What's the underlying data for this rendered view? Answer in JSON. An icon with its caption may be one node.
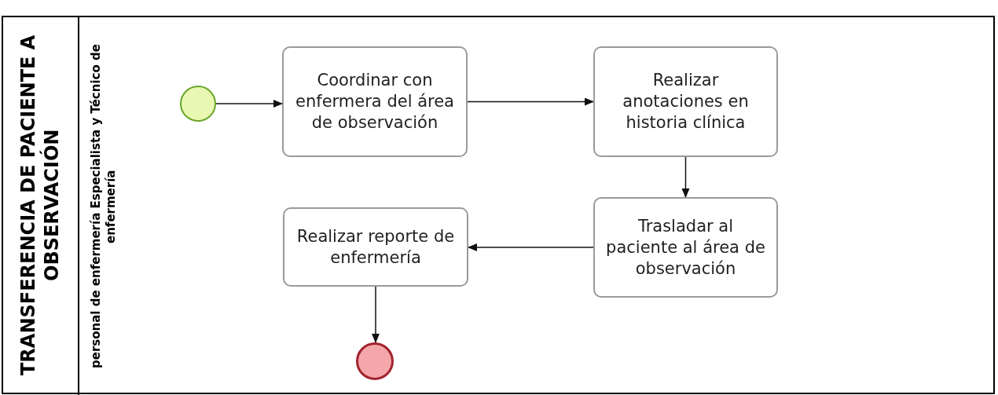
{
  "diagram": {
    "nodes": [
      {
        "text": [
          "TRANSFERENCIA DE PACIENTE A OBSERVACIÓN"
        ]
      },
      {
        "text": [
          "personal de enfermería Especialista y Técnico de enfermería"
        ],
        "in": 0
      },
      {
        "text": [],
        "shape": "circle",
        "in": 1
      },
      {
        "text": [
          "Coordinar con enfermera del área de observación"
        ],
        "in": 1
      },
      {
        "text": [
          "Realizar anotaciones en historia clínica"
        ],
        "in": 1
      },
      {
        "text": [
          "Trasladar al paciente al área de observación"
        ],
        "in": 1
      },
      {
        "text": [
          "Realizar reporte de enfermería"
        ],
        "in": 1
      },
      {
        "text": [],
        "shape": "circle",
        "in": 1
      }
    ],
    "edges": [
      {
        "from": 2,
        "to": 3,
        "arrow": "to"
      },
      {
        "from": 3,
        "to": 4,
        "arrow": "to"
      },
      {
        "from": 4,
        "to": 5,
        "arrow": "to"
      },
      {
        "from": 5,
        "to": 6,
        "arrow": "to"
      },
      {
        "from": 6,
        "to": 7,
        "arrow": "to"
      }
    ]
  }
}
